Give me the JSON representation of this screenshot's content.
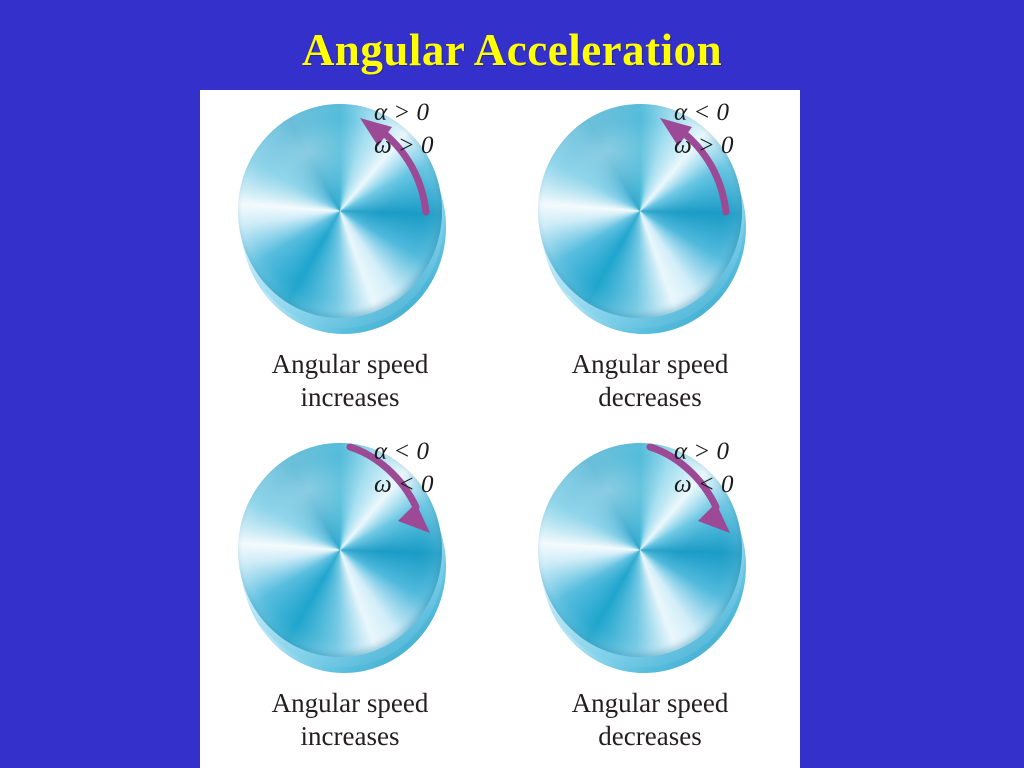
{
  "slide": {
    "title": "Angular Acceleration",
    "title_color": "#ffff00",
    "background_color": "#3330cc",
    "panel_background": "#ffffff",
    "arrow_color": "#9c4a96",
    "disk_color": "#3aa8ce"
  },
  "figure": {
    "panels": [
      {
        "id": "top-left",
        "alpha": "α > 0",
        "omega": "ω > 0",
        "rotation": "counterclockwise",
        "caption_line1": "Angular speed",
        "caption_line2": "increases"
      },
      {
        "id": "top-right",
        "alpha": "α < 0",
        "omega": "ω > 0",
        "rotation": "counterclockwise",
        "caption_line1": "Angular speed",
        "caption_line2": "decreases"
      },
      {
        "id": "bottom-left",
        "alpha": "α < 0",
        "omega": "ω < 0",
        "rotation": "clockwise",
        "caption_line1": "Angular speed",
        "caption_line2": "increases"
      },
      {
        "id": "bottom-right",
        "alpha": "α > 0",
        "omega": "ω < 0",
        "rotation": "clockwise",
        "caption_line1": "Angular speed",
        "caption_line2": "decreases"
      }
    ]
  }
}
